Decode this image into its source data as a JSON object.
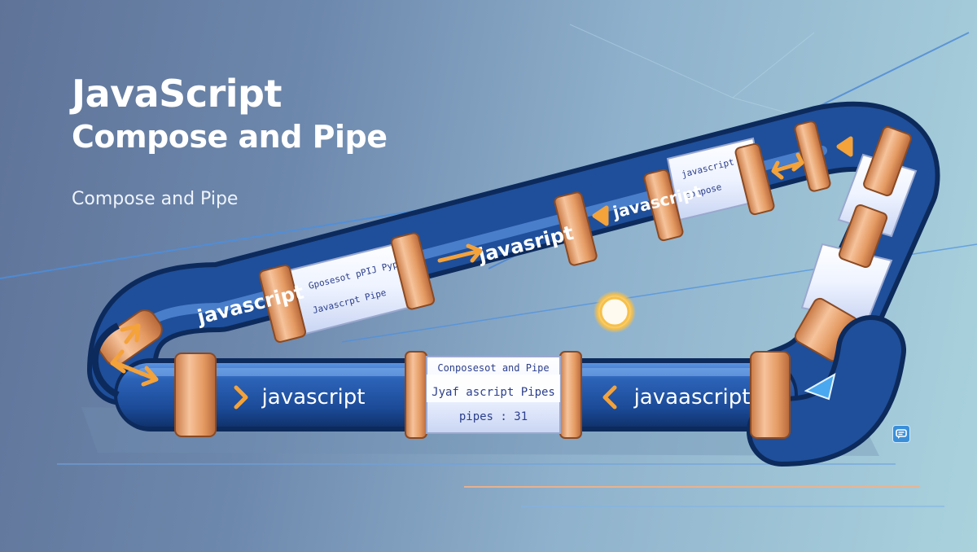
{
  "hero": {
    "title": "JavaScript",
    "subtitle": "Compose and Pipe",
    "tagline": "Compose and Pipe"
  },
  "pipe_labels": {
    "front_left": "javascript",
    "front_right": "javaascript",
    "left_segment": "javascript",
    "middle_segment": "javasript",
    "upper_segment": "javascript"
  },
  "glass_labels": {
    "center_line1": "Conposesot and Pipe",
    "center_line2": "Jyaf ascript Pipes",
    "center_line3": "pipes :  31",
    "left_line1": "Gposesot pPIJ Pypes",
    "left_line2": "Javascrpt Pipe",
    "upper_line1": "javascript",
    "upper_line2": "compose"
  },
  "icons": [
    "arrow-icon",
    "sun-icon",
    "chat-icon"
  ],
  "colors": {
    "pipe_blue": "#1f4f9a",
    "pipe_highlight": "#4f86d6",
    "copper": "#e6a06e",
    "arrow_orange": "#f4a23a",
    "background_start": "#5f7398",
    "background_end": "#a9d2dd"
  }
}
